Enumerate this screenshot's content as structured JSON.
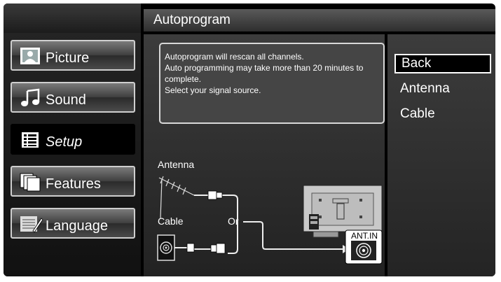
{
  "header": {
    "title": "Autoprogram"
  },
  "sidebar": {
    "items": [
      {
        "label": "Picture",
        "icon": "picture-icon",
        "active": false
      },
      {
        "label": "Sound",
        "icon": "music-note-icon",
        "active": false
      },
      {
        "label": "Setup",
        "icon": "setup-grid-icon",
        "active": true
      },
      {
        "label": "Features",
        "icon": "features-cards-icon",
        "active": false
      },
      {
        "label": "Language",
        "icon": "language-icon",
        "active": false
      }
    ]
  },
  "info": {
    "lines": [
      "Autoprogram will rescan all channels.",
      "Auto programming may take more than 20 minutes to",
      "complete.",
      "Select your signal source."
    ]
  },
  "diagram": {
    "antenna_label": "Antenna",
    "cable_label": "Cable",
    "or_label": "Or",
    "ant_in_label": "ANT.IN"
  },
  "options": {
    "items": [
      {
        "label": "Back",
        "selected": true
      },
      {
        "label": "Antenna",
        "selected": false
      },
      {
        "label": "Cable",
        "selected": false
      }
    ]
  }
}
